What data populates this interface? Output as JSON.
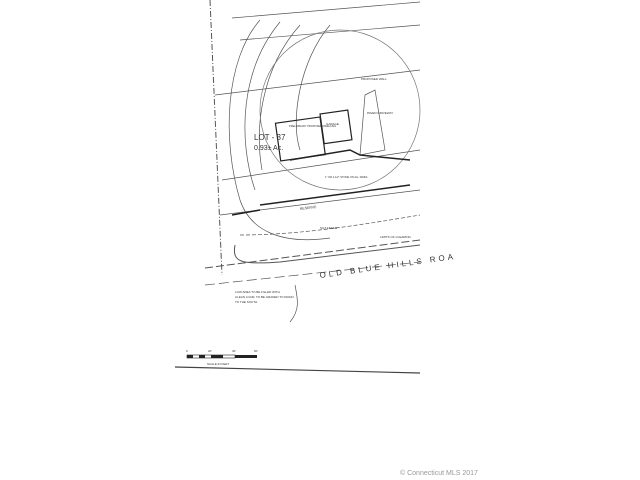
{
  "plan": {
    "lot_label": "LOT - 37",
    "lot_area": "0.93± Ac.",
    "road_name": "OLD BLUE HILLS ROA",
    "dwelling_label": "PRELIMINARY PROPOSED DWELLING",
    "garage_label": "GARAGE",
    "driveway_label": "PAVED DRIVEWAY",
    "wall_label": "PROPOSED WALL",
    "reserve_label": "RESERVE",
    "silt_fence_label": "SILT FENCE",
    "clearing_label": "LIMITS OF CLEARING",
    "stone_label": "1\" OR 1-1/2\" STONE ON ALL SIDES",
    "fill_note": [
      "LOW AREA TO BE FILLED WITH",
      "CLEAN LOAM, TO BE GRADED TO DRAIN",
      "TO THE SOUTH."
    ]
  },
  "scale_bar": {
    "ticks": [
      "0",
      "20'",
      "40'",
      "60'"
    ],
    "label": "SCALE IN FEET"
  },
  "copyright": "© Connecticut MLS 2017"
}
